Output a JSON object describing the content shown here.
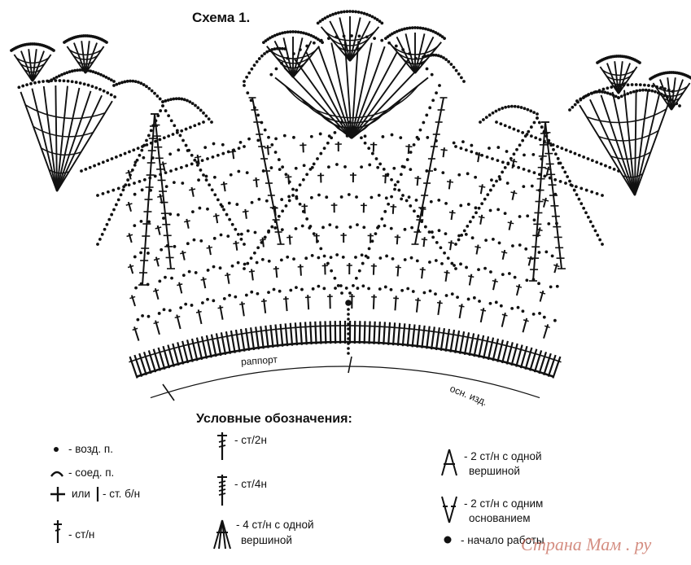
{
  "diagram": {
    "title": "Схема 1.",
    "label_repeat": "раппорт",
    "label_base": "осн. изд."
  },
  "legend": {
    "title": "Условные обозначения:",
    "items": {
      "chain": "- возд. п.",
      "slip_stitch": "- соед. п.",
      "single_crochet": "или",
      "single_crochet_name": "- ст. б/н",
      "double_crochet": "- ст/н",
      "double_treble": "- ст/2н",
      "quad_treble": "- ст/4н",
      "four_dc_cluster_line1": "- 4 ст/н с одной",
      "four_dc_cluster_line2": "вершиной",
      "two_dc_cluster_line1": "- 2 ст/н с одной",
      "two_dc_cluster_line2": "вершиной",
      "two_dc_v_line1": "- 2 ст/н с одним",
      "two_dc_v_line2": "основанием",
      "start": "- начало работы"
    }
  },
  "watermark": "Страна Мам . ру",
  "colors": {
    "ink": "#111111",
    "watermark": "#b9432f"
  }
}
